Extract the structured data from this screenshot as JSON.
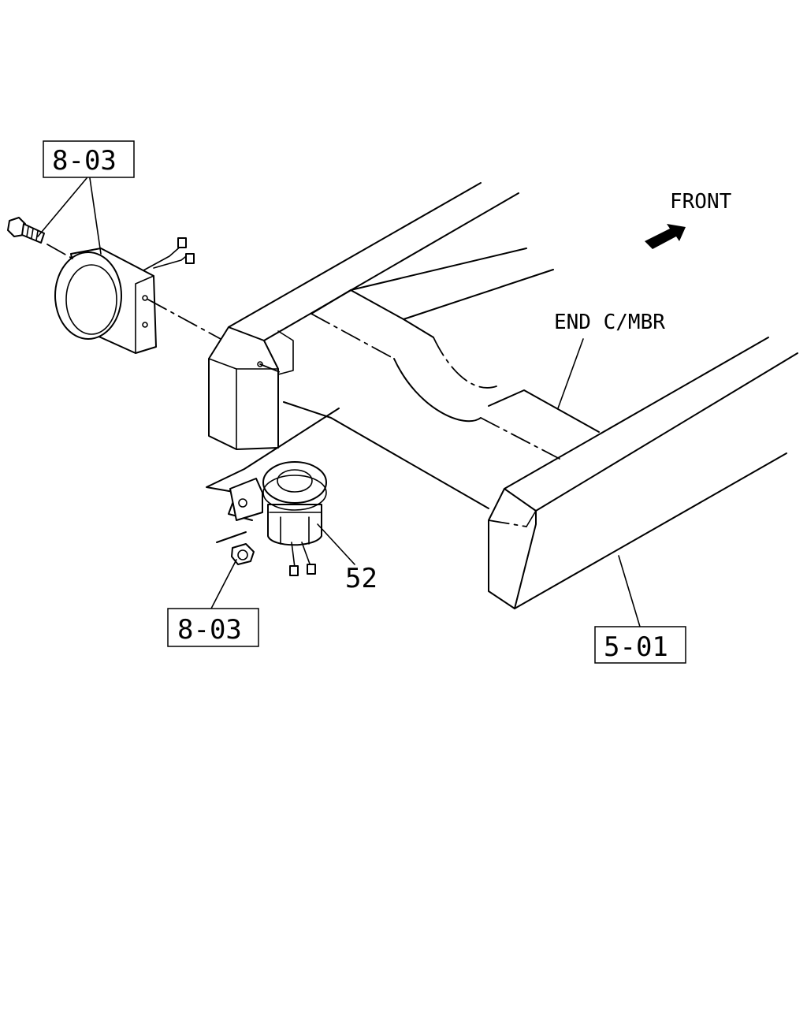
{
  "labels": {
    "front": "FRONT",
    "end_member": "END C/MBR",
    "part_52": "52",
    "ref_top": "8-03",
    "ref_bottom": "8-03",
    "ref_frame": "5-01"
  },
  "icons": {
    "front_arrow": "front-direction-arrow-icon"
  }
}
